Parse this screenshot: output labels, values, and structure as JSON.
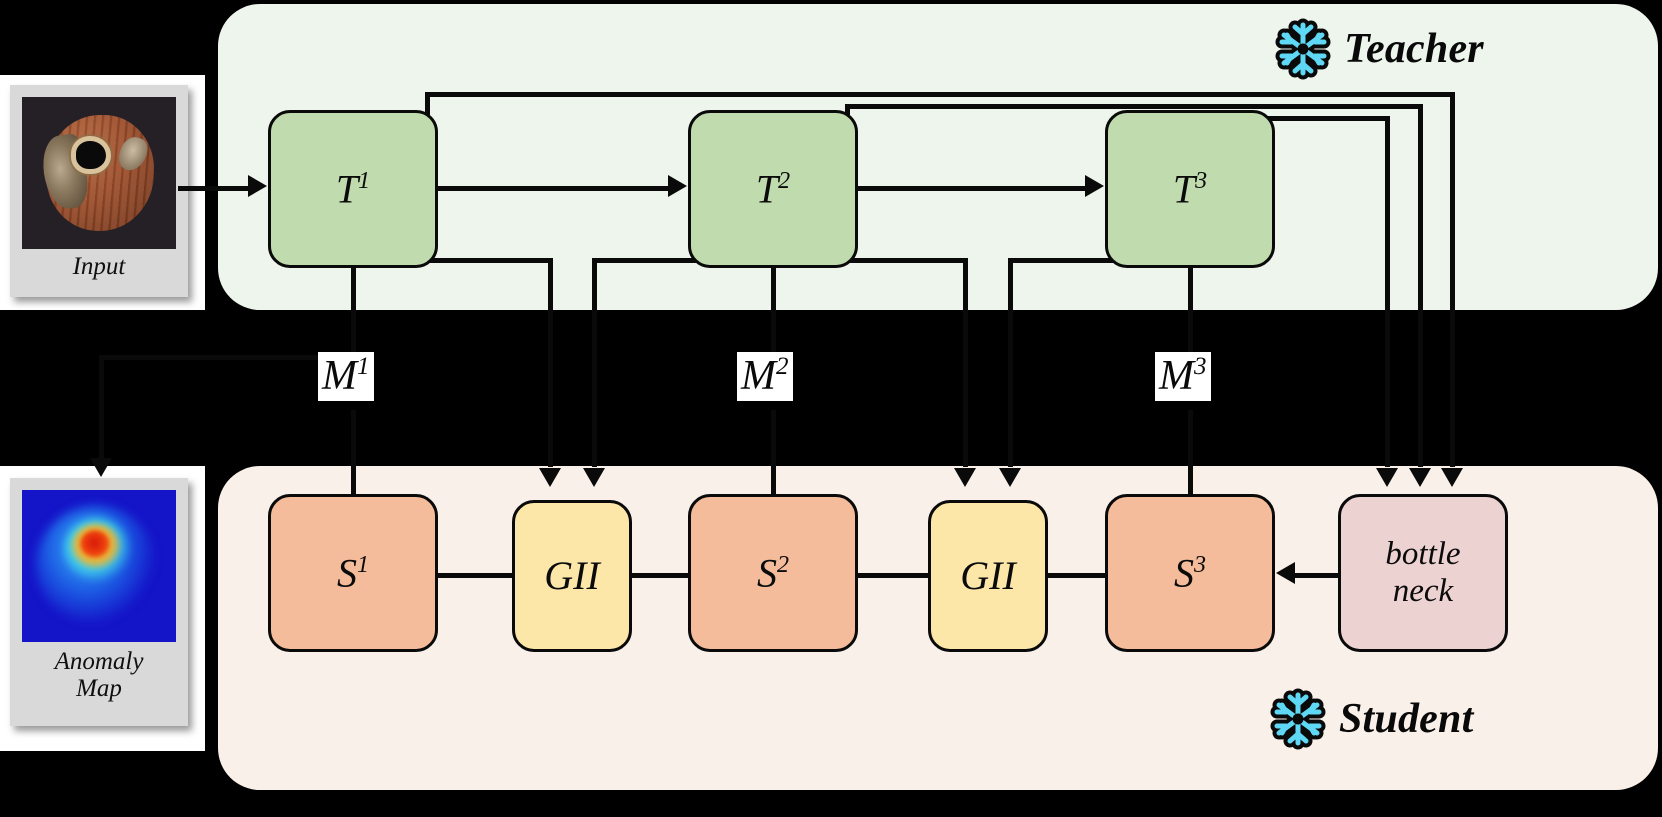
{
  "diagram": {
    "title": "Teacher-Student Knowledge Distillation Anomaly Detection Architecture",
    "colors": {
      "background": "#000000",
      "teacher_panel": "#edf5ec",
      "student_panel": "#faf0ea",
      "teacher_node": "#c0dcaf",
      "student_node": "#f4bc9a",
      "gii_node": "#fce6a8",
      "bottleneck_node": "#edd2d2",
      "snowflake": "#5fd8f5",
      "stroke": "#0a0a0a",
      "label_box": "#ffffff",
      "thumb_frame": "#d9d9d9"
    }
  },
  "thumbnails": {
    "input": {
      "label": "Input",
      "icon": "hazelnut-photo"
    },
    "anomaly": {
      "label_line1": "Anomaly",
      "label_line2": "Map",
      "icon": "heatmap-image"
    }
  },
  "teacher": {
    "tag_label": "Teacher",
    "tag_icon": "snowflake-icon",
    "nodes": [
      {
        "id": "T1",
        "base": "T",
        "sup": "1"
      },
      {
        "id": "T2",
        "base": "T",
        "sup": "2"
      },
      {
        "id": "T3",
        "base": "T",
        "sup": "3"
      }
    ]
  },
  "student": {
    "tag_label": "Student",
    "tag_icon": "snowflake-icon",
    "nodes": [
      {
        "id": "S1",
        "base": "S",
        "sup": "1"
      },
      {
        "id": "GII_A",
        "base": "GII",
        "sup": ""
      },
      {
        "id": "S2",
        "base": "S",
        "sup": "2"
      },
      {
        "id": "GII_B",
        "base": "GII",
        "sup": ""
      },
      {
        "id": "S3",
        "base": "S",
        "sup": "3"
      },
      {
        "id": "bottleneck",
        "line1": "bottle",
        "line2": "neck"
      }
    ]
  },
  "features": {
    "m_labels": [
      {
        "base": "M",
        "sup": "1"
      },
      {
        "base": "M",
        "sup": "2"
      },
      {
        "base": "M",
        "sup": "3"
      }
    ]
  }
}
